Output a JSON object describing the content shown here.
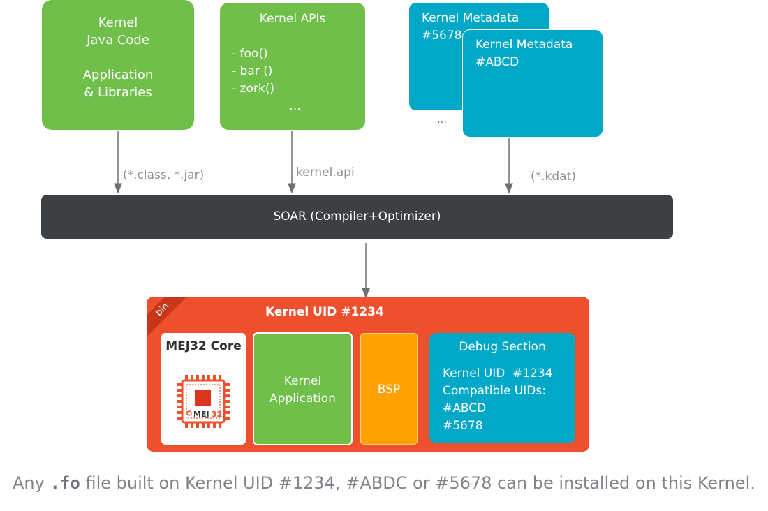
{
  "java_box": {
    "lines": [
      "Kernel",
      "Java Code",
      "",
      "Application",
      "& Libraries"
    ]
  },
  "api_box": {
    "title": "Kernel APIs",
    "items": [
      "- foo()",
      "- bar ()",
      "- zork()"
    ],
    "ellipsis": "…"
  },
  "metadata": {
    "back": {
      "line1": "Kernel Metadata",
      "line2": "#5678"
    },
    "front": {
      "line1": "Kernel Metadata",
      "line2": "#ABCD"
    },
    "ellipsis": "…"
  },
  "arrow_labels": {
    "java": "(*.class, *.jar)",
    "api": "kernel.api",
    "meta": "(*.kdat)"
  },
  "soar": {
    "label": "SOAR (Compiler+Optimizer)"
  },
  "kernel": {
    "ribbon": "bin",
    "title": "Kernel UID #1234",
    "core": {
      "title": "MEJ32 Core",
      "chip_text_a": "MEJ",
      "chip_text_b": "32"
    },
    "app": {
      "line1": "Kernel",
      "line2": "Application"
    },
    "bsp": "BSP",
    "debug": {
      "title": "Debug Section",
      "lines": [
        "Kernel UID  #1234",
        "Compatible UIDs:",
        "#ABCD",
        "#5678"
      ]
    }
  },
  "footer": {
    "prefix": "Any ",
    "ext": ".fo",
    "suffix": " file built on Kernel UID #1234, #ABDC or #5678 can be installed on this Kernel."
  },
  "colors": {
    "green": "#70bf4a",
    "teal": "#00a8c8",
    "dark": "#3c4043",
    "red": "#ee4f2d",
    "orange": "#fda202",
    "arrow": "#6b7075"
  }
}
